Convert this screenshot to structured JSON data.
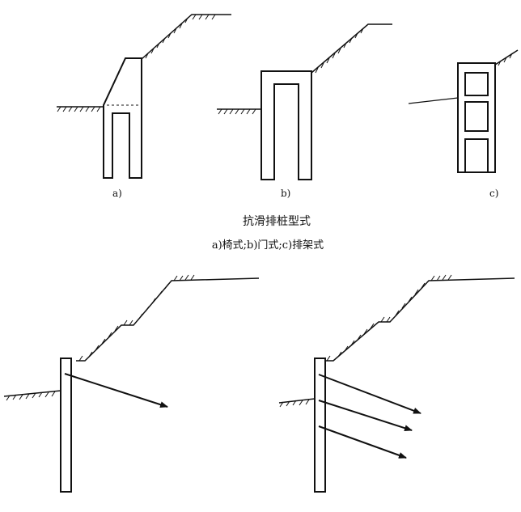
{
  "labels": {
    "a": "a)",
    "b": "b)",
    "c": "c)"
  },
  "caption": {
    "title": "抗滑排桩型式",
    "subtitle": "a)椅式;b)门式;c)排架式"
  },
  "colors": {
    "line": "#111111",
    "background": "#ffffff"
  }
}
